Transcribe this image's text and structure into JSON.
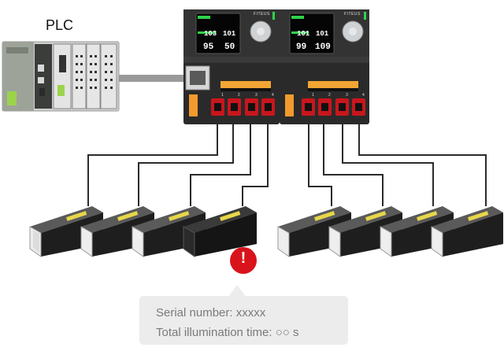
{
  "plc": {
    "label": "PLC"
  },
  "controllers": [
    {
      "brand": "FITEUS",
      "lcd_row1": [
        "103",
        "101"
      ],
      "lcd_row2": [
        "95",
        "50"
      ]
    },
    {
      "brand": "FITEUS",
      "lcd_row1": [
        "101",
        "101"
      ],
      "lcd_row2": [
        "99",
        "109"
      ]
    }
  ],
  "channels": [
    "1",
    "2",
    "3",
    "4"
  ],
  "alert": {
    "symbol": "!"
  },
  "info_bubble": {
    "serial_line": "Serial number: xxxxx",
    "time_line": "Total illumination time: ○○ s"
  },
  "colors": {
    "alert": "#d9131b",
    "bubble": "#ececec",
    "cable": "#2b2b2b",
    "controller": "#2a2a2a",
    "connector_red": "#c8161d",
    "lcd_green": "#2fd34a"
  }
}
